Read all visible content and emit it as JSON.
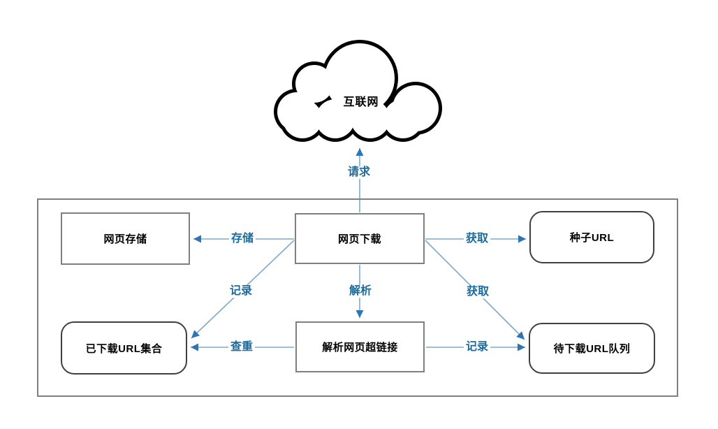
{
  "diagram": {
    "title": "web-crawler-architecture",
    "cloud": {
      "label": "互联网"
    },
    "nodes": [
      {
        "id": "web-storage",
        "label": "网页存储",
        "shape": "rect"
      },
      {
        "id": "web-download",
        "label": "网页下载",
        "shape": "rect"
      },
      {
        "id": "seed-url",
        "label": "种子URL",
        "shape": "rounded"
      },
      {
        "id": "downloaded-url-set",
        "label": "已下载URL集合",
        "shape": "rounded"
      },
      {
        "id": "parse-hyperlinks",
        "label": "解析网页超链接",
        "shape": "rect"
      },
      {
        "id": "pending-url-queue",
        "label": "待下载URL队列",
        "shape": "rounded"
      }
    ],
    "edges": [
      {
        "label": "请求",
        "from": "web-download",
        "to": "internet-cloud"
      },
      {
        "label": "存储",
        "from": "web-download",
        "to": "web-storage"
      },
      {
        "label": "获取",
        "from": "web-download",
        "to": "seed-url"
      },
      {
        "label": "解析",
        "from": "web-download",
        "to": "parse-hyperlinks"
      },
      {
        "label": "记录",
        "from": "web-download",
        "to": "downloaded-url-set"
      },
      {
        "label": "获取",
        "from": "web-download",
        "to": "pending-url-queue"
      },
      {
        "label": "查重",
        "from": "parse-hyperlinks",
        "to": "downloaded-url-set"
      },
      {
        "label": "记录",
        "from": "parse-hyperlinks",
        "to": "pending-url-queue"
      }
    ],
    "colors": {
      "line": "#7fa8cc",
      "arrowhead": "#2e75b6",
      "edge_label": "#1b6a9c",
      "rect_border": "#7f7f7f",
      "rounded_border": "#3f3f3f",
      "cloud_stroke": "#000000",
      "background": "#ffffff"
    }
  }
}
